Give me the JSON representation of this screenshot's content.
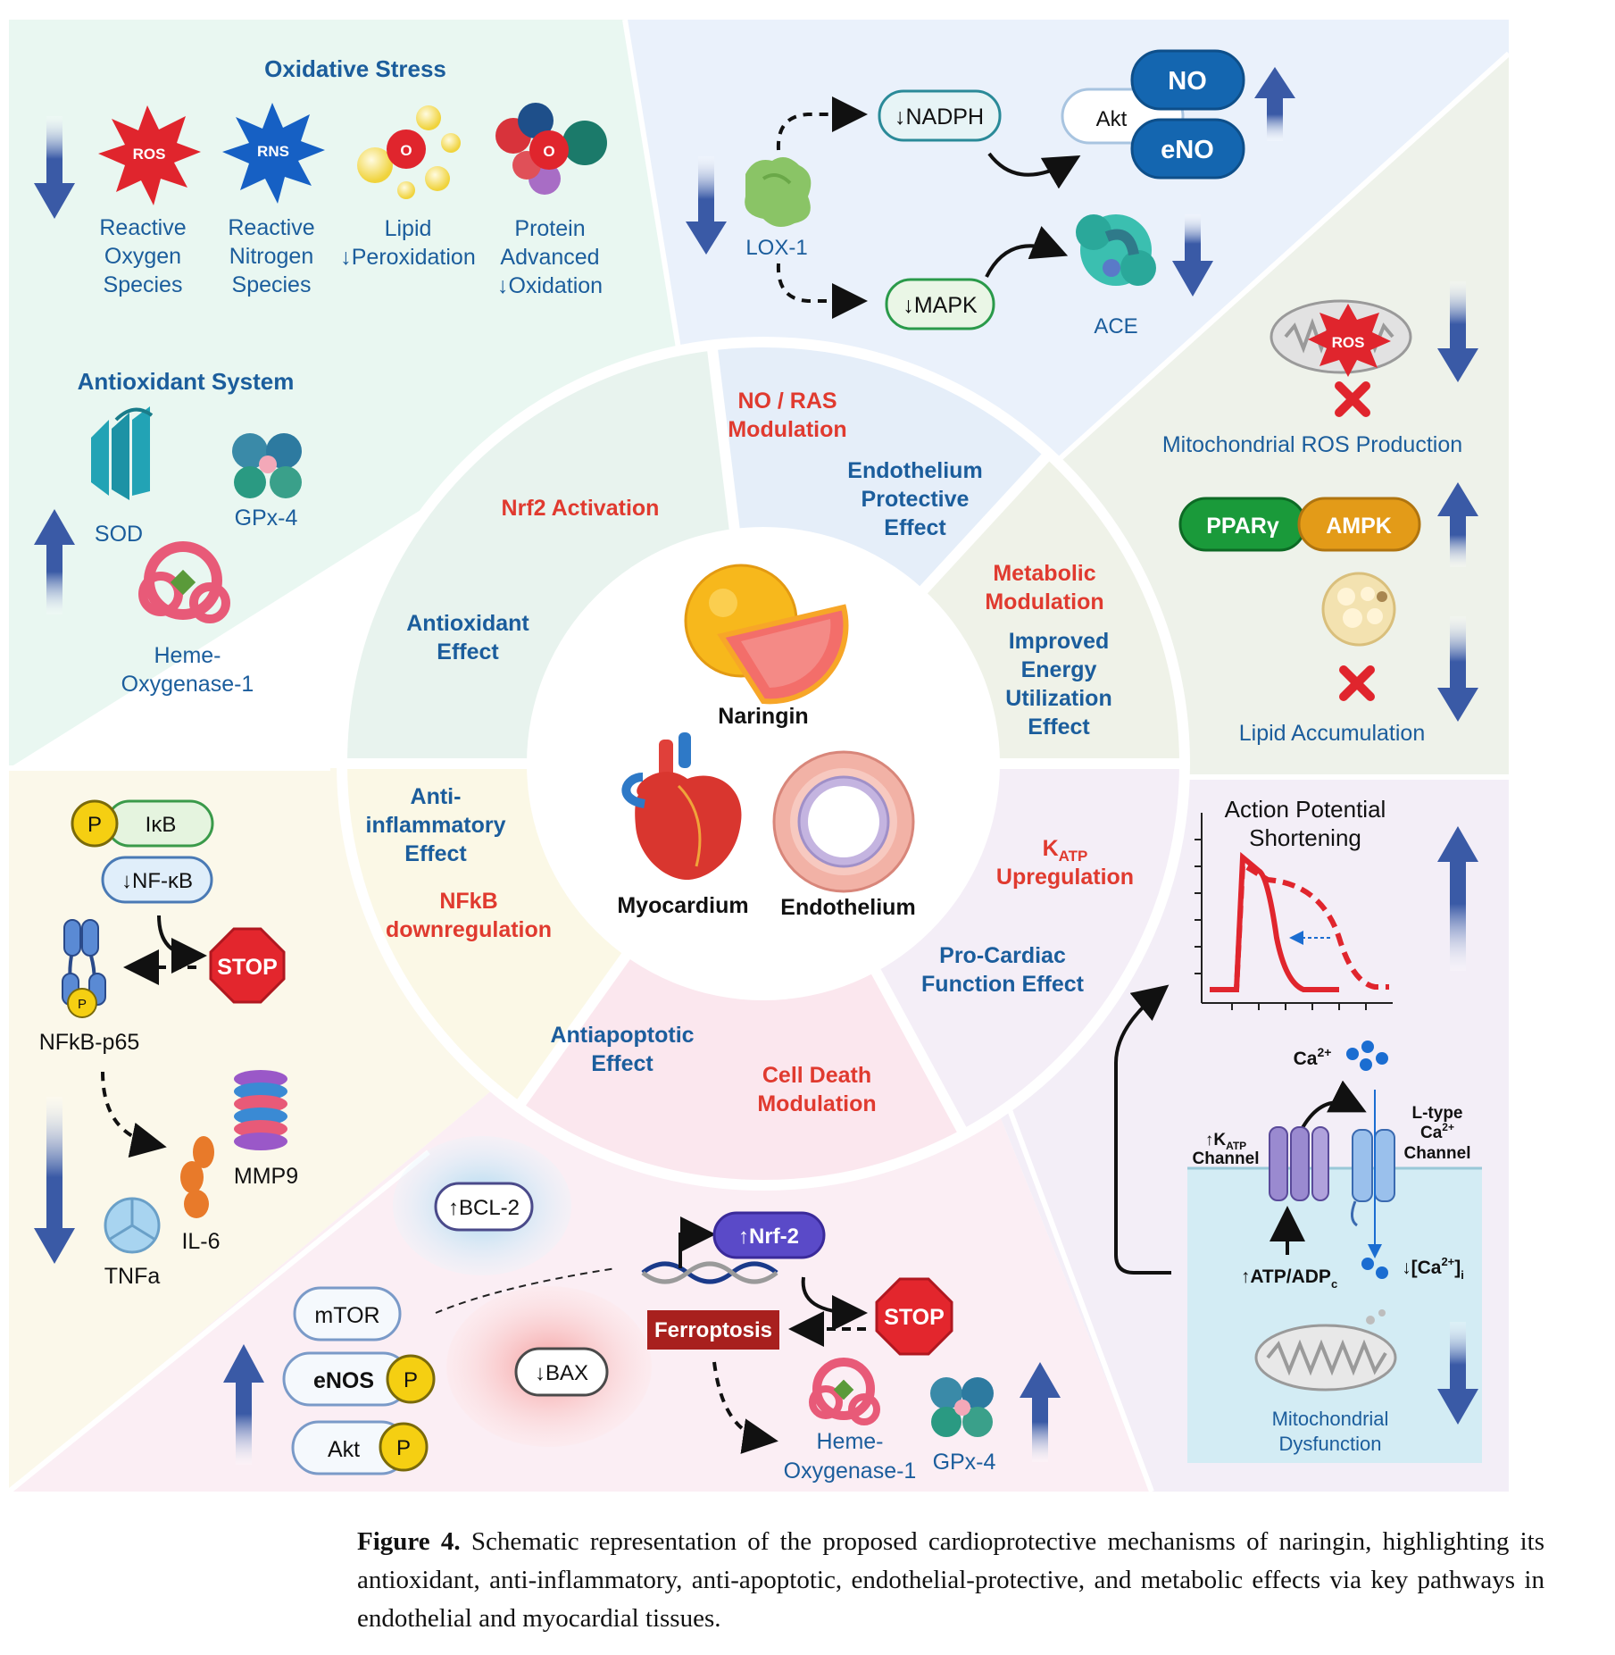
{
  "center": {
    "naringin": "Naringin",
    "myocardium": "Myocardium",
    "endothelium": "Endothelium"
  },
  "ring": {
    "nrf2_activation": "Nrf2 Activation",
    "antioxidant_effect": [
      "Antioxidant",
      "Effect"
    ],
    "no_ras": [
      "NO / RAS",
      "Modulation"
    ],
    "endothelium_protective": [
      "Endothelium",
      "Protective",
      "Effect"
    ],
    "metabolic_modulation": [
      "Metabolic",
      "Modulation"
    ],
    "energy_effect": [
      "Improved",
      "Energy",
      "Utilization",
      "Effect"
    ],
    "katp_main": "K",
    "katp_sub": "ATP",
    "katp_upregulation": "Upregulation",
    "pro_cardiac": [
      "Pro-Cardiac",
      "Function Effect"
    ],
    "antiapoptotic": [
      "Antiapoptotic",
      "Effect"
    ],
    "cell_death": [
      "Cell Death",
      "Modulation"
    ],
    "anti_inflammatory": [
      "Anti-",
      "inflammatory",
      "Effect"
    ],
    "nfkb_down": [
      "NFkB",
      "downregulation"
    ]
  },
  "oxidative": {
    "title": "Oxidative Stress",
    "ros_badge": "ROS",
    "rns_badge": "RNS",
    "o2_badge": "O",
    "ros_label": [
      "Reactive",
      "Oxygen",
      "Species"
    ],
    "rns_label": [
      "Reactive",
      "Nitrogen",
      "Species"
    ],
    "lipid_label": [
      "Lipid",
      "↓Peroxidation"
    ],
    "protein_label": [
      "Protein",
      "Advanced",
      "↓Oxidation"
    ]
  },
  "antioxidant_system": {
    "title": "Antioxidant System",
    "sod": "SOD",
    "gpx4": "GPx-4",
    "ho1": [
      "Heme-",
      "Oxygenase-1"
    ]
  },
  "endothelial_panel": {
    "nadph": "↓NADPH",
    "mapk": "↓MAPK",
    "lox1": "LOX-1",
    "akt": "Akt",
    "no": "NO",
    "eno": "eNO",
    "ace": "ACE"
  },
  "metabolic_panel": {
    "ros_badge": "ROS",
    "mito_ros": "Mitochondrial ROS Production",
    "ppar": "PPARγ",
    "ampk": "AMPK",
    "lipid_acc": "Lipid Accumulation"
  },
  "inflammation_panel": {
    "p": "P",
    "ikb": "IκB",
    "nfkb": "↓NF-κB",
    "stop": "STOP",
    "nfkb_p65": "NFkB-p65",
    "mmp9": "MMP9",
    "il6": "IL-6",
    "tnfa": "TNFa"
  },
  "apoptosis_panel": {
    "bcl2": "↑BCL-2",
    "bax": "↓BAX",
    "mtor": "mTOR",
    "enos": "eNOS",
    "akt": "Akt",
    "p": "P",
    "nrf2": "↑Nrf-2",
    "stop": "STOP",
    "ferroptosis": "Ferroptosis",
    "ho1": [
      "Heme-",
      "Oxygenase-1"
    ],
    "gpx4": "GPx-4"
  },
  "cardiac_panel": {
    "ap_title": [
      "Action Potential",
      "Shortening"
    ],
    "ca_label": "Ca",
    "ca_sup": "2+",
    "katp_up": "↑K",
    "katp_sub": "ATP",
    "channel": "Channel",
    "ltype": [
      "L-type",
      "Ca",
      "Channel"
    ],
    "atp_adp": "↑ATP/ADP",
    "atp_sub": "c",
    "ca_i": "↓[Ca",
    "ca_i_sup": "2+",
    "ca_i_sub": "i",
    "mito": [
      "Mitochondrial",
      "Dysfunction"
    ]
  },
  "caption": {
    "label": "Figure 4.",
    "text": " Schematic representation of the proposed cardioprotective mechanisms of naringin, highlighting its antioxidant, anti-inflammatory, anti-apoptotic, endothelial-protective, and metabolic effects via key pathways in endothelial and myocardial tissues."
  },
  "colors": {
    "red_title": "#e03a2f",
    "blue_title": "#1b5d9c",
    "dark_blue_pill": "#1466b0",
    "arrow_blue": "#3a5aa6",
    "green_pill": "#1a9a3a",
    "orange_pill": "#e39b18"
  }
}
